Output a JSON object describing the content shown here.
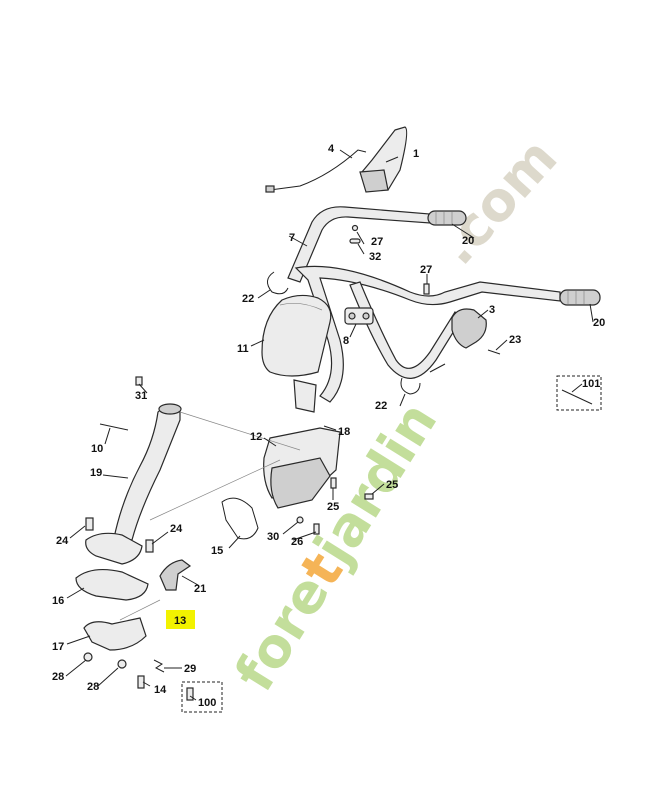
{
  "diagram": {
    "callouts": [
      {
        "id": "c1",
        "label": "1"
      },
      {
        "id": "c3",
        "label": "3"
      },
      {
        "id": "c4",
        "label": "4"
      },
      {
        "id": "c7",
        "label": "7"
      },
      {
        "id": "c8",
        "label": "8"
      },
      {
        "id": "c10",
        "label": "10"
      },
      {
        "id": "c11",
        "label": "11"
      },
      {
        "id": "c12",
        "label": "12"
      },
      {
        "id": "c13",
        "label": "13"
      },
      {
        "id": "c14",
        "label": "14"
      },
      {
        "id": "c15",
        "label": "15"
      },
      {
        "id": "c16",
        "label": "16"
      },
      {
        "id": "c17",
        "label": "17"
      },
      {
        "id": "c18",
        "label": "18"
      },
      {
        "id": "c19",
        "label": "19"
      },
      {
        "id": "c20a",
        "label": "20"
      },
      {
        "id": "c20b",
        "label": "20"
      },
      {
        "id": "c21",
        "label": "21"
      },
      {
        "id": "c22a",
        "label": "22"
      },
      {
        "id": "c22b",
        "label": "22"
      },
      {
        "id": "c23",
        "label": "23"
      },
      {
        "id": "c24a",
        "label": "24"
      },
      {
        "id": "c24b",
        "label": "24"
      },
      {
        "id": "c25a",
        "label": "25"
      },
      {
        "id": "c25b",
        "label": "25"
      },
      {
        "id": "c26",
        "label": "26"
      },
      {
        "id": "c27a",
        "label": "27"
      },
      {
        "id": "c27b",
        "label": "27"
      },
      {
        "id": "c28a",
        "label": "28"
      },
      {
        "id": "c28b",
        "label": "28"
      },
      {
        "id": "c29",
        "label": "29"
      },
      {
        "id": "c30",
        "label": "30"
      },
      {
        "id": "c31",
        "label": "31"
      },
      {
        "id": "c32",
        "label": "32"
      },
      {
        "id": "c100",
        "label": "100"
      },
      {
        "id": "c101",
        "label": "101"
      }
    ],
    "highlighted_callout": "13",
    "highlight_color": "#f2f200"
  },
  "watermark": {
    "prefix": "fore",
    "middle": "t",
    "suffix": "jardin",
    "domain": ".com",
    "color_green": "#b9d98a",
    "color_orange": "#f4a83a",
    "color_gray": "#d8d3c4"
  }
}
